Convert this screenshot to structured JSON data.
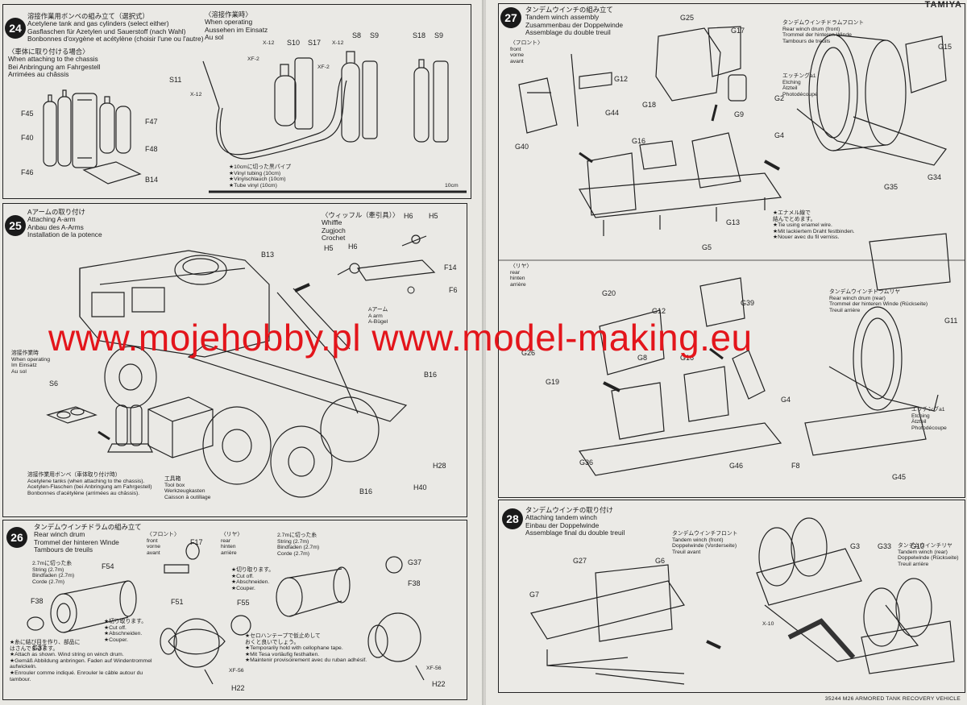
{
  "brand": "TAMIYA",
  "footer": "35244 M26 ARMORED TANK RECOVERY VEHICLE",
  "watermark": "www.mojehobby.pl www.model-making.eu",
  "steps": {
    "s24": {
      "num": "24",
      "title": [
        "溶接作業用ボンベの組み立て（選択式）",
        "Acetylene tank and gas cylinders (select either)",
        "Gasflaschen für Azetylen und Sauerstoff (nach Wahl)",
        "Bonbonnes d'oxygène et acétylène (choisir l'une ou l'autre)"
      ],
      "chassis": [
        "〈車体に取り付ける場合〉",
        "When attaching to the chassis",
        "Bei Anbringung am Fahrgestell",
        "Arrimées au châssis"
      ],
      "operating": [
        "〈溶接作業時〉",
        "When operating",
        "Aussehen im Einsatz",
        "Au sol"
      ],
      "hose": [
        "★10cmに切った黒パイプ",
        "★Vinyl tubing (10cm)",
        "★Vinylschlauch (10cm)",
        "★Tube vinyl (10cm)"
      ],
      "scale": "10cm",
      "parts": {
        "f45": "F45",
        "f40": "F40",
        "f46": "F46",
        "f47": "F47",
        "f48": "F48",
        "b14": "B14",
        "s11": "S11",
        "s10": "S10",
        "s17": "S17",
        "s8": "S8",
        "s9a": "S9",
        "s18": "S18",
        "s9b": "S9",
        "x12a": "X-12",
        "x12b": "X-12",
        "x12c": "X-12",
        "xf2a": "XF-2",
        "xf2b": "XF-2"
      }
    },
    "s25": {
      "num": "25",
      "title": [
        "Aアームの取り付け",
        "Attaching A-arm",
        "Anbau des A-Arms",
        "Installation de la potence"
      ],
      "whiffle": [
        "〈ウィッフル（牽引具）〉",
        "Whiffle",
        "Zugjoch",
        "Crochet"
      ],
      "aarm": [
        "Aアーム",
        "A arm",
        "A-Bügel"
      ],
      "operating": [
        "溶接作業時",
        "When operating",
        "Im Einsatz",
        "Au sol"
      ],
      "tanks": [
        "溶接作業用ボンベ（車体取り付け時）",
        "Acetylene tanks (when attaching to the chassis).",
        "Acetylen-Flaschen (bei Anbringung am Fahrgestell)",
        "Bonbonnes d'acétylène (arrimées au châssis)."
      ],
      "toolbox": [
        "工具箱",
        "Tool box",
        "Werkzeugkasten",
        "Caisson à outillage"
      ],
      "parts": {
        "h6a": "H6",
        "h5a": "H5",
        "h5b": "H5",
        "h6b": "H6",
        "f14": "F14",
        "f6": "F6",
        "b13": "B13",
        "b16a": "B16",
        "b16b": "B16",
        "s6": "S6",
        "h28": "H28",
        "h40": "H40"
      }
    },
    "s26": {
      "num": "26",
      "title": [
        "タンデムウインチドラムの組み立て",
        "Rear winch drum",
        "Trommel der hinteren Winde",
        "Tambours de treuils"
      ],
      "front": [
        "〈フロント〉",
        "front",
        "vorne",
        "avant"
      ],
      "rear": [
        "〈リヤ〉",
        "rear",
        "hinten",
        "arrière"
      ],
      "string1": [
        "2.7mに切った糸",
        "String (2.7m)",
        "Bindfaden (2.7m)",
        "Corde (2.7m)"
      ],
      "string2": [
        "2.7mに切った糸",
        "String (2.7m)",
        "Bindfaden (2.7m)",
        "Corde (2.7m)"
      ],
      "cut1": [
        "★切り取ります。",
        "★Cut off.",
        "★Abschneiden.",
        "★Couper."
      ],
      "cut2": [
        "★切り取ります。",
        "★Cut off.",
        "★Abschneiden.",
        "★Couper."
      ],
      "tape": [
        "★セロハンテープで仮止めして",
        "おくと良いでしょう。",
        "★Temporarily hold with cellophane tape.",
        "★Mit Tesa vorläufig festhalten.",
        "★Maintenir provisoirement avec du ruban adhésif."
      ],
      "attach": [
        "★糸に結び目を作り、部品に",
        "はさんでまきます。",
        "★Attach as shown. Wind string on winch drum.",
        "★Gemäß Abbildung anbringen. Faden auf Windentrommel",
        "aufwickeln.",
        "★Enrouler comme indiqué. Enrouler le câble autour du",
        "tambour."
      ],
      "parts": {
        "f17": "F17",
        "f54": "F54",
        "f51": "F51",
        "f38a": "F38",
        "g37a": "G37",
        "g37b": "G37",
        "f38b": "F38",
        "f55": "F55",
        "xf56a": "XF-56",
        "xf56b": "XF-56",
        "h22a": "H22",
        "h22b": "H22"
      }
    },
    "s27": {
      "num": "27",
      "title": [
        "タンデムウインチの組み立て",
        "Tandem winch assembly",
        "Zusammenbau der Doppelwinde",
        "Assemblage du double treuil"
      ],
      "front": [
        "〈フロント〉",
        "front",
        "vorne",
        "avant"
      ],
      "rear": [
        "〈リヤ〉",
        "rear",
        "hinten",
        "arrière"
      ],
      "fdrum": [
        "タンデムウインチドラムフロント",
        "Rear winch drum (front)",
        "Trommel der hinteren Winde",
        "Tambours de treuils"
      ],
      "rdrum": [
        "タンデムウインチドラムリヤ",
        "Rear winch drum (rear)",
        "Trommel der hinteren Winde (Rückseite)",
        "Treuil arrière"
      ],
      "etch1": [
        "エッチングa1",
        "Etching",
        "Ätzteil",
        "Photodécoupe"
      ],
      "etch2": [
        "エッチングa1",
        "Etching",
        "Ätzteil",
        "Photodécoupe"
      ],
      "wire": [
        "★エナメル線で",
        "結んでとめます。",
        "★Tie using enamel wire.",
        "★Mit lackiertem Draht festbinden.",
        "★Nouer avec du fil verniss."
      ],
      "parts": {
        "g25": "G25",
        "g17": "G17",
        "g15": "G15",
        "g12a": "G12",
        "g44": "G44",
        "g18": "G18",
        "g9": "G9",
        "g2": "G2",
        "g4a": "G4",
        "g40": "G40",
        "g16a": "G16",
        "g34": "G34",
        "g35": "G35",
        "g13": "G13",
        "g5": "G5",
        "g20": "G20",
        "g12b": "G12",
        "g39": "G39",
        "g11": "G11",
        "g26": "G26",
        "g8": "G8",
        "g16b": "G16",
        "g19": "G19",
        "g4b": "G4",
        "g36": "G36",
        "g46": "G46",
        "f8": "F8",
        "g45": "G45"
      }
    },
    "s28": {
      "num": "28",
      "title": [
        "タンデムウインチの取り付け",
        "Attaching tandem winch",
        "Einbau der Doppelwinde",
        "Assemblage final du double treuil"
      ],
      "wfront": [
        "タンデムウインチフロント",
        "Tandem winch (front)",
        "Doppelwinde (Vorderseite)",
        "Treuil avant"
      ],
      "wrear": [
        "タンデムウインチリヤ",
        "Tandem winch (rear)",
        "Doppelwinde (Rückseite)",
        "Treuil arrière"
      ],
      "parts": {
        "g27": "G27",
        "g6": "G6",
        "g7": "G7",
        "g3": "G3",
        "g33": "G33",
        "g10": "G10",
        "x10": "X-10"
      }
    }
  }
}
